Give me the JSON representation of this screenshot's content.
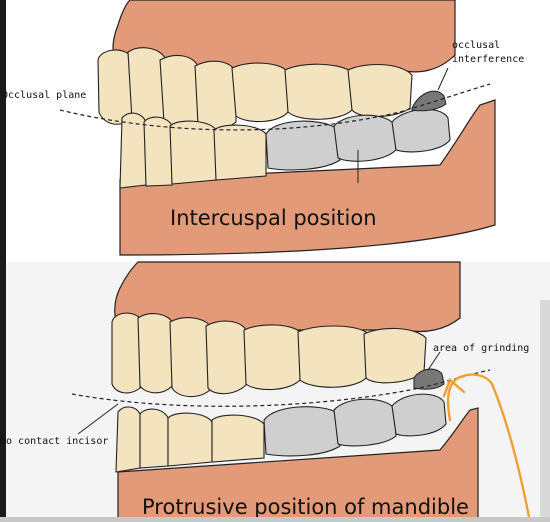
{
  "panels": [
    {
      "caption": "Intercuspal position",
      "labels": {
        "left_plane": "Occlusal plane",
        "interference_line1": "occlusal",
        "interference_line2": "interference"
      }
    },
    {
      "caption": "Protrusive position of mandible",
      "labels": {
        "grinding": "area of grinding",
        "no_contact": "No contact incisor"
      }
    }
  ],
  "colors": {
    "gum": "#e39a78",
    "tooth": "#f3e3bf",
    "implant": "#cfcfcf",
    "interference": "#777777",
    "annotation_stroke": "#f0a030",
    "bottom_bar": "#c8c8c8"
  }
}
